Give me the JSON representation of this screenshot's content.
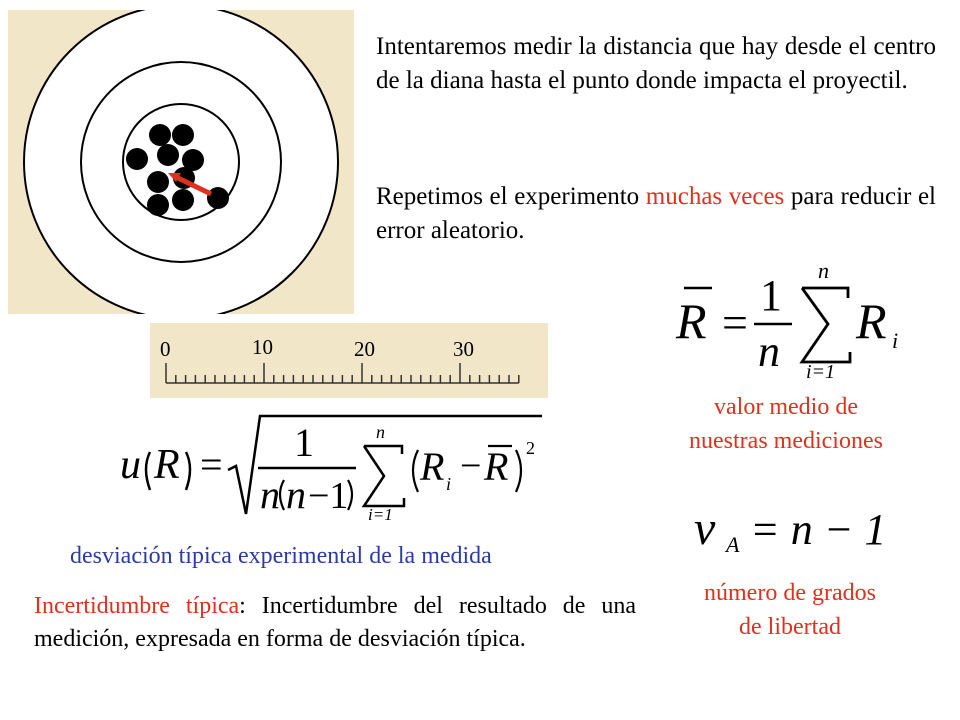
{
  "intro": {
    "p1": "Intentaremos medir la distancia que hay desde el centro de la diana hasta el punto donde impacta el proyectil.",
    "p2_a": "Repetimos el experimento ",
    "p2_b": "muchas veces",
    "p2_c": " para reducir el error aleatorio."
  },
  "ruler": {
    "ticks": [
      "0",
      "10",
      "20",
      "30"
    ]
  },
  "formulas": {
    "mean": {
      "lhs": "R",
      "one": "1",
      "n": "n",
      "sum_top": "n",
      "sum_bottom": "i=1",
      "term": "R",
      "sub": "i"
    },
    "u": {
      "u": "u",
      "R": "R",
      "one": "1",
      "n": "n",
      "n2": "n",
      "minus1": "−1",
      "sum_top": "n",
      "sum_bottom": "i=1",
      "Ri": "R",
      "i": "i",
      "Rbar": "R",
      "sq": "2"
    },
    "nu": {
      "nu": "ν",
      "A": "A",
      "rhs": "= n − 1"
    }
  },
  "labels": {
    "mean_1": "valor medio de",
    "mean_2": "nuestras mediciones",
    "std": "desviación típica experimental de la medida",
    "dof_1": "número de grados",
    "dof_2": "de libertad"
  },
  "definition": {
    "term": "Incertidumbre típica",
    "rest": ": Incertidumbre del resultado de una medición, expresada en forma de desviación típica."
  },
  "colors": {
    "accent_red": "#e0301e",
    "accent_blue": "#2c3aa8",
    "panel_beige": "#f2e6c8"
  }
}
